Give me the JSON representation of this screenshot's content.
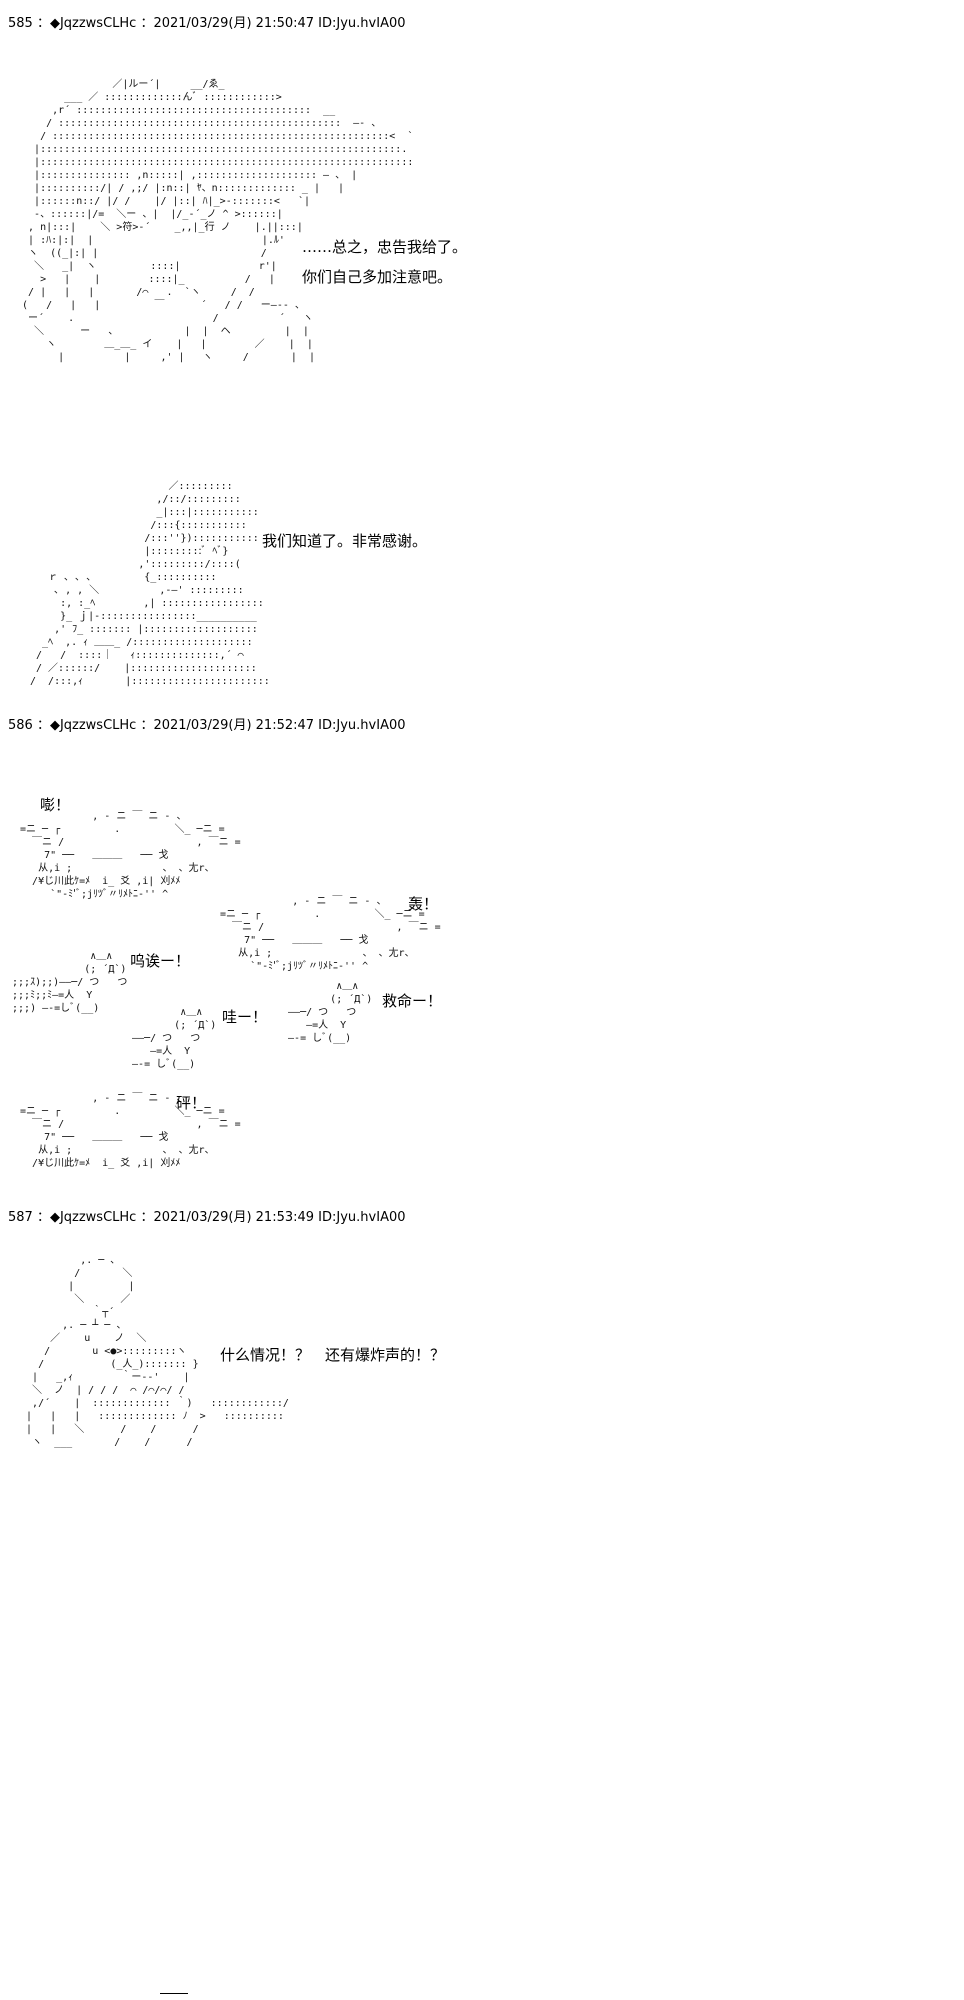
{
  "posts": [
    {
      "header": "585 ：◆JqzzwsCLHc ：2021/03/29(月) 21:50:47 ID:Jyu.hvIA00",
      "lines": [
        "……总之，忠告我给了。",
        "你们自己多加注意吧。",
        "我们知道了。非常感谢。"
      ]
    },
    {
      "header": "586 ：◆JqzzwsCLHc ：2021/03/29(月) 21:52:47 ID:Jyu.hvIA00",
      "sfx": [
        "嘭！",
        "轰！",
        "呜诶ー！",
        "救命ー！",
        "哇ー！",
        "砰！"
      ]
    },
    {
      "header": "587 ：◆JqzzwsCLHc ：2021/03/29(月) 21:53:49 ID:Jyu.hvIA00",
      "lines": [
        "什么情况！？　还有爆炸声的！？"
      ]
    }
  ]
}
